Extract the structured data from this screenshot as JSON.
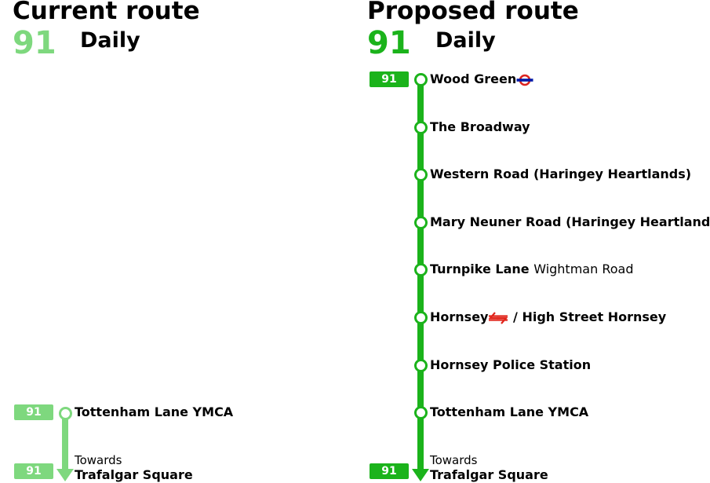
{
  "current": {
    "title": "Current route",
    "route_number": "91",
    "frequency": "Daily",
    "badge_top": "91",
    "badge_bottom": "91",
    "stops": [
      "Tottenham Lane YMCA"
    ],
    "towards_label": "Towards",
    "destination": "Trafalgar Square"
  },
  "proposed": {
    "title": "Proposed route",
    "route_number": "91",
    "frequency": "Daily",
    "badge_top": "91",
    "badge_bottom": "91",
    "stops": [
      {
        "name": "Wood Green",
        "icon": "underground-roundel-icon"
      },
      {
        "name": "The Broadway"
      },
      {
        "name": "Western Road (Haringey Heartlands)"
      },
      {
        "name": "Mary Neuner Road (Haringey Heartlands)"
      },
      {
        "name": "Turnpike Lane",
        "sub": "Wightman Road"
      },
      {
        "name": "Hornsey",
        "icon": "national-rail-icon",
        "suffix": "/ High Street Hornsey"
      },
      {
        "name": "Hornsey Police Station"
      },
      {
        "name": "Tottenham Lane YMCA"
      }
    ],
    "towards_label": "Towards",
    "destination": "Trafalgar Square"
  },
  "colors": {
    "current_green": "#7ed87e",
    "proposed_green": "#1bb31b",
    "underground_red": "#dc241f",
    "underground_blue": "#0019a8",
    "rail_red": "#e1251b"
  }
}
